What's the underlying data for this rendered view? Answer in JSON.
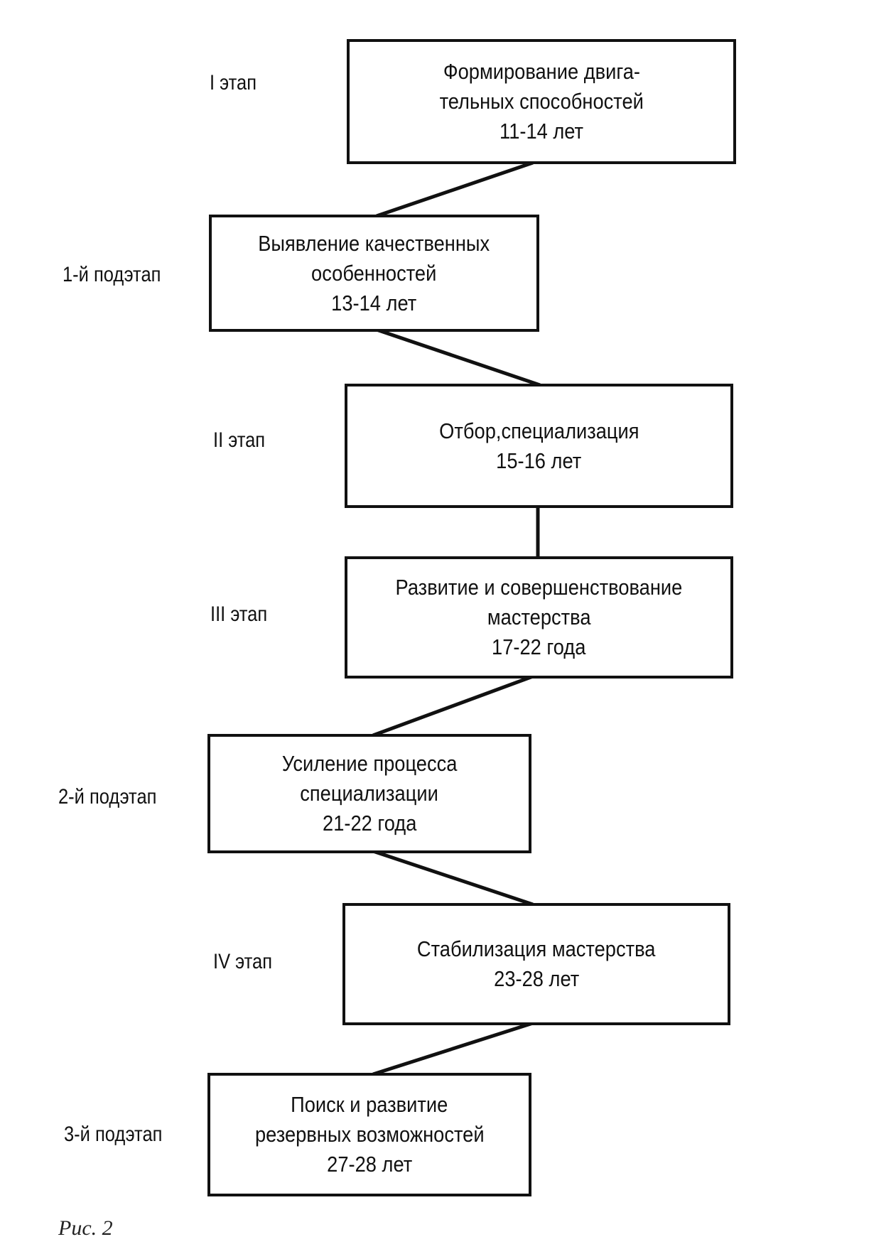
{
  "stages": [
    {
      "label": "I этап",
      "lines": [
        "Формирование двига-",
        "тельных способностей",
        "11-14 лет"
      ]
    },
    {
      "label": "1-й подэтап",
      "lines": [
        "Выявление качественных",
        "особенностей",
        "13-14 лет"
      ]
    },
    {
      "label": "II этап",
      "lines": [
        "Отбор,специализация",
        "15-16 лет"
      ]
    },
    {
      "label": "III этап",
      "lines": [
        "Развитие и совершенствование",
        "мастерства",
        "17-22 года"
      ]
    },
    {
      "label": "2-й подэтап",
      "lines": [
        "Усиление процесса",
        "специализации",
        "21-22 года"
      ]
    },
    {
      "label": "IV этап",
      "lines": [
        "Стабилизация мастерства",
        "23-28 лет"
      ]
    },
    {
      "label": "3-й подэтап",
      "lines": [
        "Поиск и развитие",
        "резервных возможностей",
        "27-28 лет"
      ]
    }
  ],
  "caption": "Рис. 2",
  "colors": {
    "line": "#111111",
    "background": "#ffffff"
  }
}
